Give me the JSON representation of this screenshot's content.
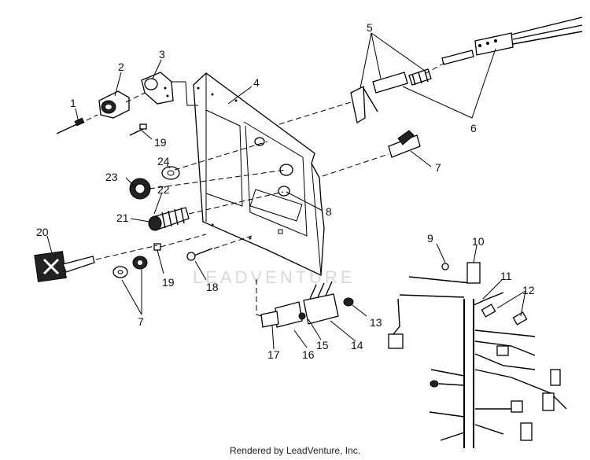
{
  "watermark": "LEADVENTURE",
  "footer": "Rendered by LeadVenture, Inc.",
  "callouts": [
    {
      "id": "c1",
      "label": "1"
    },
    {
      "id": "c2",
      "label": "2"
    },
    {
      "id": "c3",
      "label": "3"
    },
    {
      "id": "c4",
      "label": "4"
    },
    {
      "id": "c5",
      "label": "5"
    },
    {
      "id": "c6",
      "label": "6"
    },
    {
      "id": "c7a",
      "label": "7"
    },
    {
      "id": "c7b",
      "label": "7"
    },
    {
      "id": "c8",
      "label": "8"
    },
    {
      "id": "c9",
      "label": "9"
    },
    {
      "id": "c10",
      "label": "10"
    },
    {
      "id": "c11",
      "label": "11"
    },
    {
      "id": "c12",
      "label": "12"
    },
    {
      "id": "c13",
      "label": "13"
    },
    {
      "id": "c14",
      "label": "14"
    },
    {
      "id": "c15",
      "label": "15"
    },
    {
      "id": "c16",
      "label": "16"
    },
    {
      "id": "c17",
      "label": "17"
    },
    {
      "id": "c18",
      "label": "18"
    },
    {
      "id": "c19a",
      "label": "19"
    },
    {
      "id": "c19b",
      "label": "19"
    },
    {
      "id": "c20",
      "label": "20"
    },
    {
      "id": "c21",
      "label": "21"
    },
    {
      "id": "c22",
      "label": "22"
    },
    {
      "id": "c23",
      "label": "23"
    },
    {
      "id": "c24",
      "label": "24"
    }
  ]
}
